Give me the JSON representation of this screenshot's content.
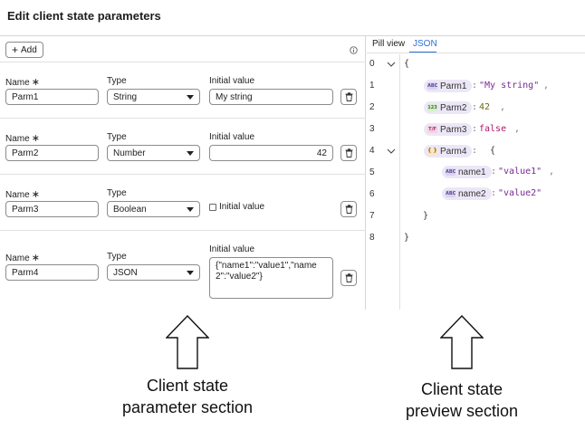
{
  "title": "Edit client state parameters",
  "toolbar": {
    "add_label": "Add",
    "add_icon": "plus-icon",
    "info_icon": "info-icon"
  },
  "labels": {
    "name": "Name",
    "required_mark": "∗",
    "type": "Type",
    "initial_value": "Initial value"
  },
  "params": [
    {
      "name": "Parm1",
      "type": "String",
      "initial_value": "My string"
    },
    {
      "name": "Parm2",
      "type": "Number",
      "initial_value": "42"
    },
    {
      "name": "Parm3",
      "type": "Boolean",
      "initial_value_checkbox_label": "Initial value",
      "checked": false
    },
    {
      "name": "Parm4",
      "type": "JSON",
      "initial_value": "{\"name1\":\"value1\",\"name2\":\"value2\"}"
    }
  ],
  "preview": {
    "tabs": [
      "Pill view",
      "JSON"
    ],
    "active_tab": "JSON",
    "line_numbers": [
      "0",
      "1",
      "2",
      "3",
      "4",
      "5",
      "6",
      "7",
      "8"
    ],
    "lines": {
      "open": "{",
      "close_inner": "}",
      "close_outer": "}",
      "parm1": {
        "key": "Parm1",
        "value": "\"My string\""
      },
      "parm2": {
        "key": "Parm2",
        "value": "42"
      },
      "parm3": {
        "key": "Parm3",
        "value": "false"
      },
      "parm4": {
        "key": "Parm4",
        "value": "{"
      },
      "name1": {
        "key": "name1",
        "value": "\"value1\""
      },
      "name2": {
        "key": "name2",
        "value": "\"value2\""
      }
    },
    "pill_icon_text": {
      "string": "ABC",
      "number": "123",
      "boolean": "T/F",
      "json": "{ }"
    }
  },
  "annotations": {
    "left": "Client state parameter section",
    "left_line1": "Client state",
    "left_line2": "parameter section",
    "right_line1": "Client state",
    "right_line2": "preview section"
  },
  "colors": {
    "accent": "#2f6fd6",
    "string_value": "#7a2896",
    "number_value": "#6b6b18",
    "boolean_value": "#b0176b"
  }
}
